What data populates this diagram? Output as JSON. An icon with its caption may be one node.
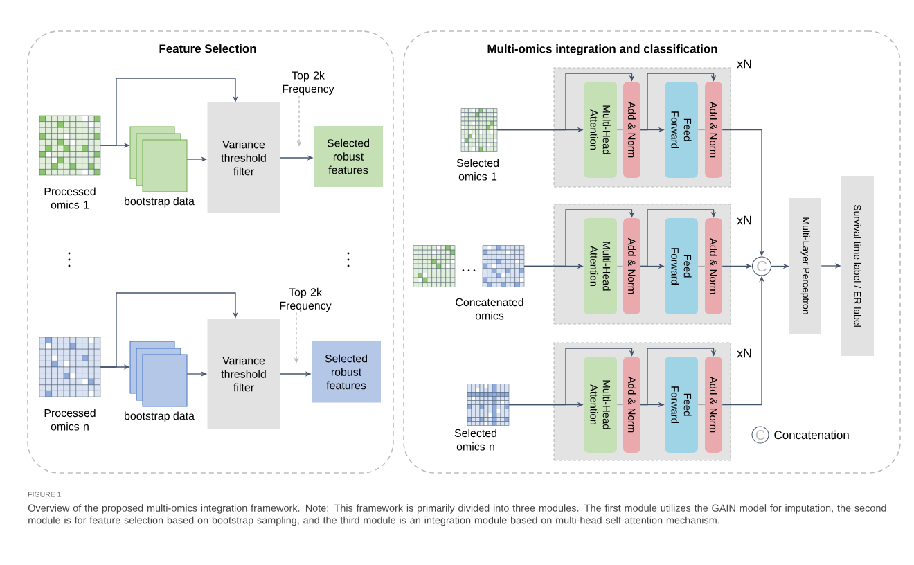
{
  "diagram": {
    "caption": "Overview of the proposed multi-omics integration framework. Note: This framework is primarily divided into three modules. The first module utilizes the GAIN model for imputation, the second module is for feature selection based on bootstrap sampling, and the third module is an integration module based on multi-head self-attention mechanism.",
    "nodes": [
      {
        "text": [
          "Feature Selection"
        ]
      },
      {
        "text": [
          "Processed omics 1"
        ],
        "in": 0
      },
      {
        "text": [
          "bootstrap data"
        ],
        "in": 0
      },
      {
        "text": [
          "Variance threshold filter"
        ],
        "in": 0
      },
      {
        "text": [
          "Selected robust features"
        ],
        "in": 0
      },
      {
        "text": [
          "Top 2k Frequency"
        ],
        "in": 0
      },
      {
        "text": [
          "Processed omics n"
        ],
        "in": 0
      },
      {
        "text": [
          "bootstrap data"
        ],
        "in": 0
      },
      {
        "text": [
          "Variance threshold filter"
        ],
        "in": 0
      },
      {
        "text": [
          "Selected robust features"
        ],
        "in": 0
      },
      {
        "text": [
          "Top 2k Frequency"
        ],
        "in": 0
      },
      {
        "text": [
          "Multi-omics integration and classification"
        ]
      },
      {
        "text": [
          "Selected omics 1"
        ],
        "in": 11
      },
      {
        "text": [],
        "shape": "box",
        "beside": [
          "xN"
        ],
        "in": 11
      },
      {
        "text": [
          "Multi-Head Attention"
        ],
        "in": 13
      },
      {
        "text": [
          "Add & Norm"
        ],
        "in": 13
      },
      {
        "text": [
          "Feed Forward"
        ],
        "in": 13
      },
      {
        "text": [
          "Add & Norm"
        ],
        "in": 13
      },
      {
        "text": [
          "Concatenated omics"
        ],
        "in": 11
      },
      {
        "text": [],
        "shape": "box",
        "beside": [
          "xN"
        ],
        "in": 11
      },
      {
        "text": [
          "Multi-Head Attention"
        ],
        "in": 19
      },
      {
        "text": [
          "Add & Norm"
        ],
        "in": 19
      },
      {
        "text": [
          "Feed Forward"
        ],
        "in": 19
      },
      {
        "text": [
          "Add & Norm"
        ],
        "in": 19
      },
      {
        "text": [
          "Selected omics n"
        ],
        "in": 11
      },
      {
        "text": [],
        "shape": "box",
        "beside": [
          "xN"
        ],
        "in": 11
      },
      {
        "text": [
          "Multi-Head Attention"
        ],
        "in": 25
      },
      {
        "text": [
          "Add & Norm"
        ],
        "in": 25
      },
      {
        "text": [
          "Feed Forward"
        ],
        "in": 25
      },
      {
        "text": [
          "Add & Norm"
        ],
        "in": 25
      },
      {
        "text": [
          "C"
        ],
        "in": 11
      },
      {
        "text": [
          "Multi-Layer Perceptron"
        ],
        "in": 11
      },
      {
        "text": [
          "Survival time label / ER label"
        ],
        "in": 11
      }
    ],
    "edges": [
      {
        "from": 1,
        "to": 2,
        "arrow": "to"
      },
      {
        "from": 1,
        "to": 3,
        "arrow": "to"
      },
      {
        "from": 2,
        "to": 3,
        "arrow": "to"
      },
      {
        "from": 3,
        "to": 4,
        "arrow": "to"
      },
      {
        "from": 5,
        "to": null,
        "arrow": "to",
        "style": "dashed",
        "color": "#bbbbbb"
      },
      {
        "from": 6,
        "to": 7,
        "arrow": "to"
      },
      {
        "from": 6,
        "to": 8,
        "arrow": "to"
      },
      {
        "from": 7,
        "to": 8,
        "arrow": "to"
      },
      {
        "from": 8,
        "to": 9,
        "arrow": "to"
      },
      {
        "from": 10,
        "to": null,
        "arrow": "to",
        "style": "dashed",
        "color": "#bbbbbb"
      },
      {
        "from": 12,
        "to": 14,
        "arrow": "to"
      },
      {
        "from": 12,
        "to": 15,
        "arrow": "to"
      },
      {
        "from": 14,
        "to": 15,
        "arrow": "none",
        "color": "#aaaaaa"
      },
      {
        "from": 15,
        "to": 16,
        "arrow": "to"
      },
      {
        "from": 15,
        "to": 17,
        "arrow": "to"
      },
      {
        "from": 16,
        "to": 17,
        "arrow": "none",
        "color": "#aaaaaa"
      },
      {
        "from": 17,
        "to": 30,
        "arrow": "to"
      },
      {
        "from": 18,
        "to": 20,
        "arrow": "to"
      },
      {
        "from": 18,
        "to": 21,
        "arrow": "to"
      },
      {
        "from": 20,
        "to": 21,
        "arrow": "none",
        "color": "#aaaaaa"
      },
      {
        "from": 21,
        "to": 22,
        "arrow": "to"
      },
      {
        "from": 21,
        "to": 23,
        "arrow": "to"
      },
      {
        "from": 22,
        "to": 23,
        "arrow": "none",
        "color": "#aaaaaa"
      },
      {
        "from": 23,
        "to": 30,
        "arrow": "to"
      },
      {
        "from": 24,
        "to": 26,
        "arrow": "to"
      },
      {
        "from": 24,
        "to": 27,
        "arrow": "to"
      },
      {
        "from": 26,
        "to": 27,
        "arrow": "none",
        "color": "#aaaaaa"
      },
      {
        "from": 27,
        "to": 28,
        "arrow": "to"
      },
      {
        "from": 27,
        "to": 29,
        "arrow": "to"
      },
      {
        "from": 28,
        "to": 29,
        "arrow": "none",
        "color": "#aaaaaa"
      },
      {
        "from": 29,
        "to": 30,
        "arrow": "to"
      },
      {
        "from": 30,
        "to": 31,
        "arrow": "to"
      },
      {
        "from": 31,
        "to": 32,
        "arrow": "to"
      }
    ],
    "labels": [
      "C",
      "FIGURE 1"
    ],
    "legend": [
      {
        "text": "Concatenation"
      }
    ]
  }
}
